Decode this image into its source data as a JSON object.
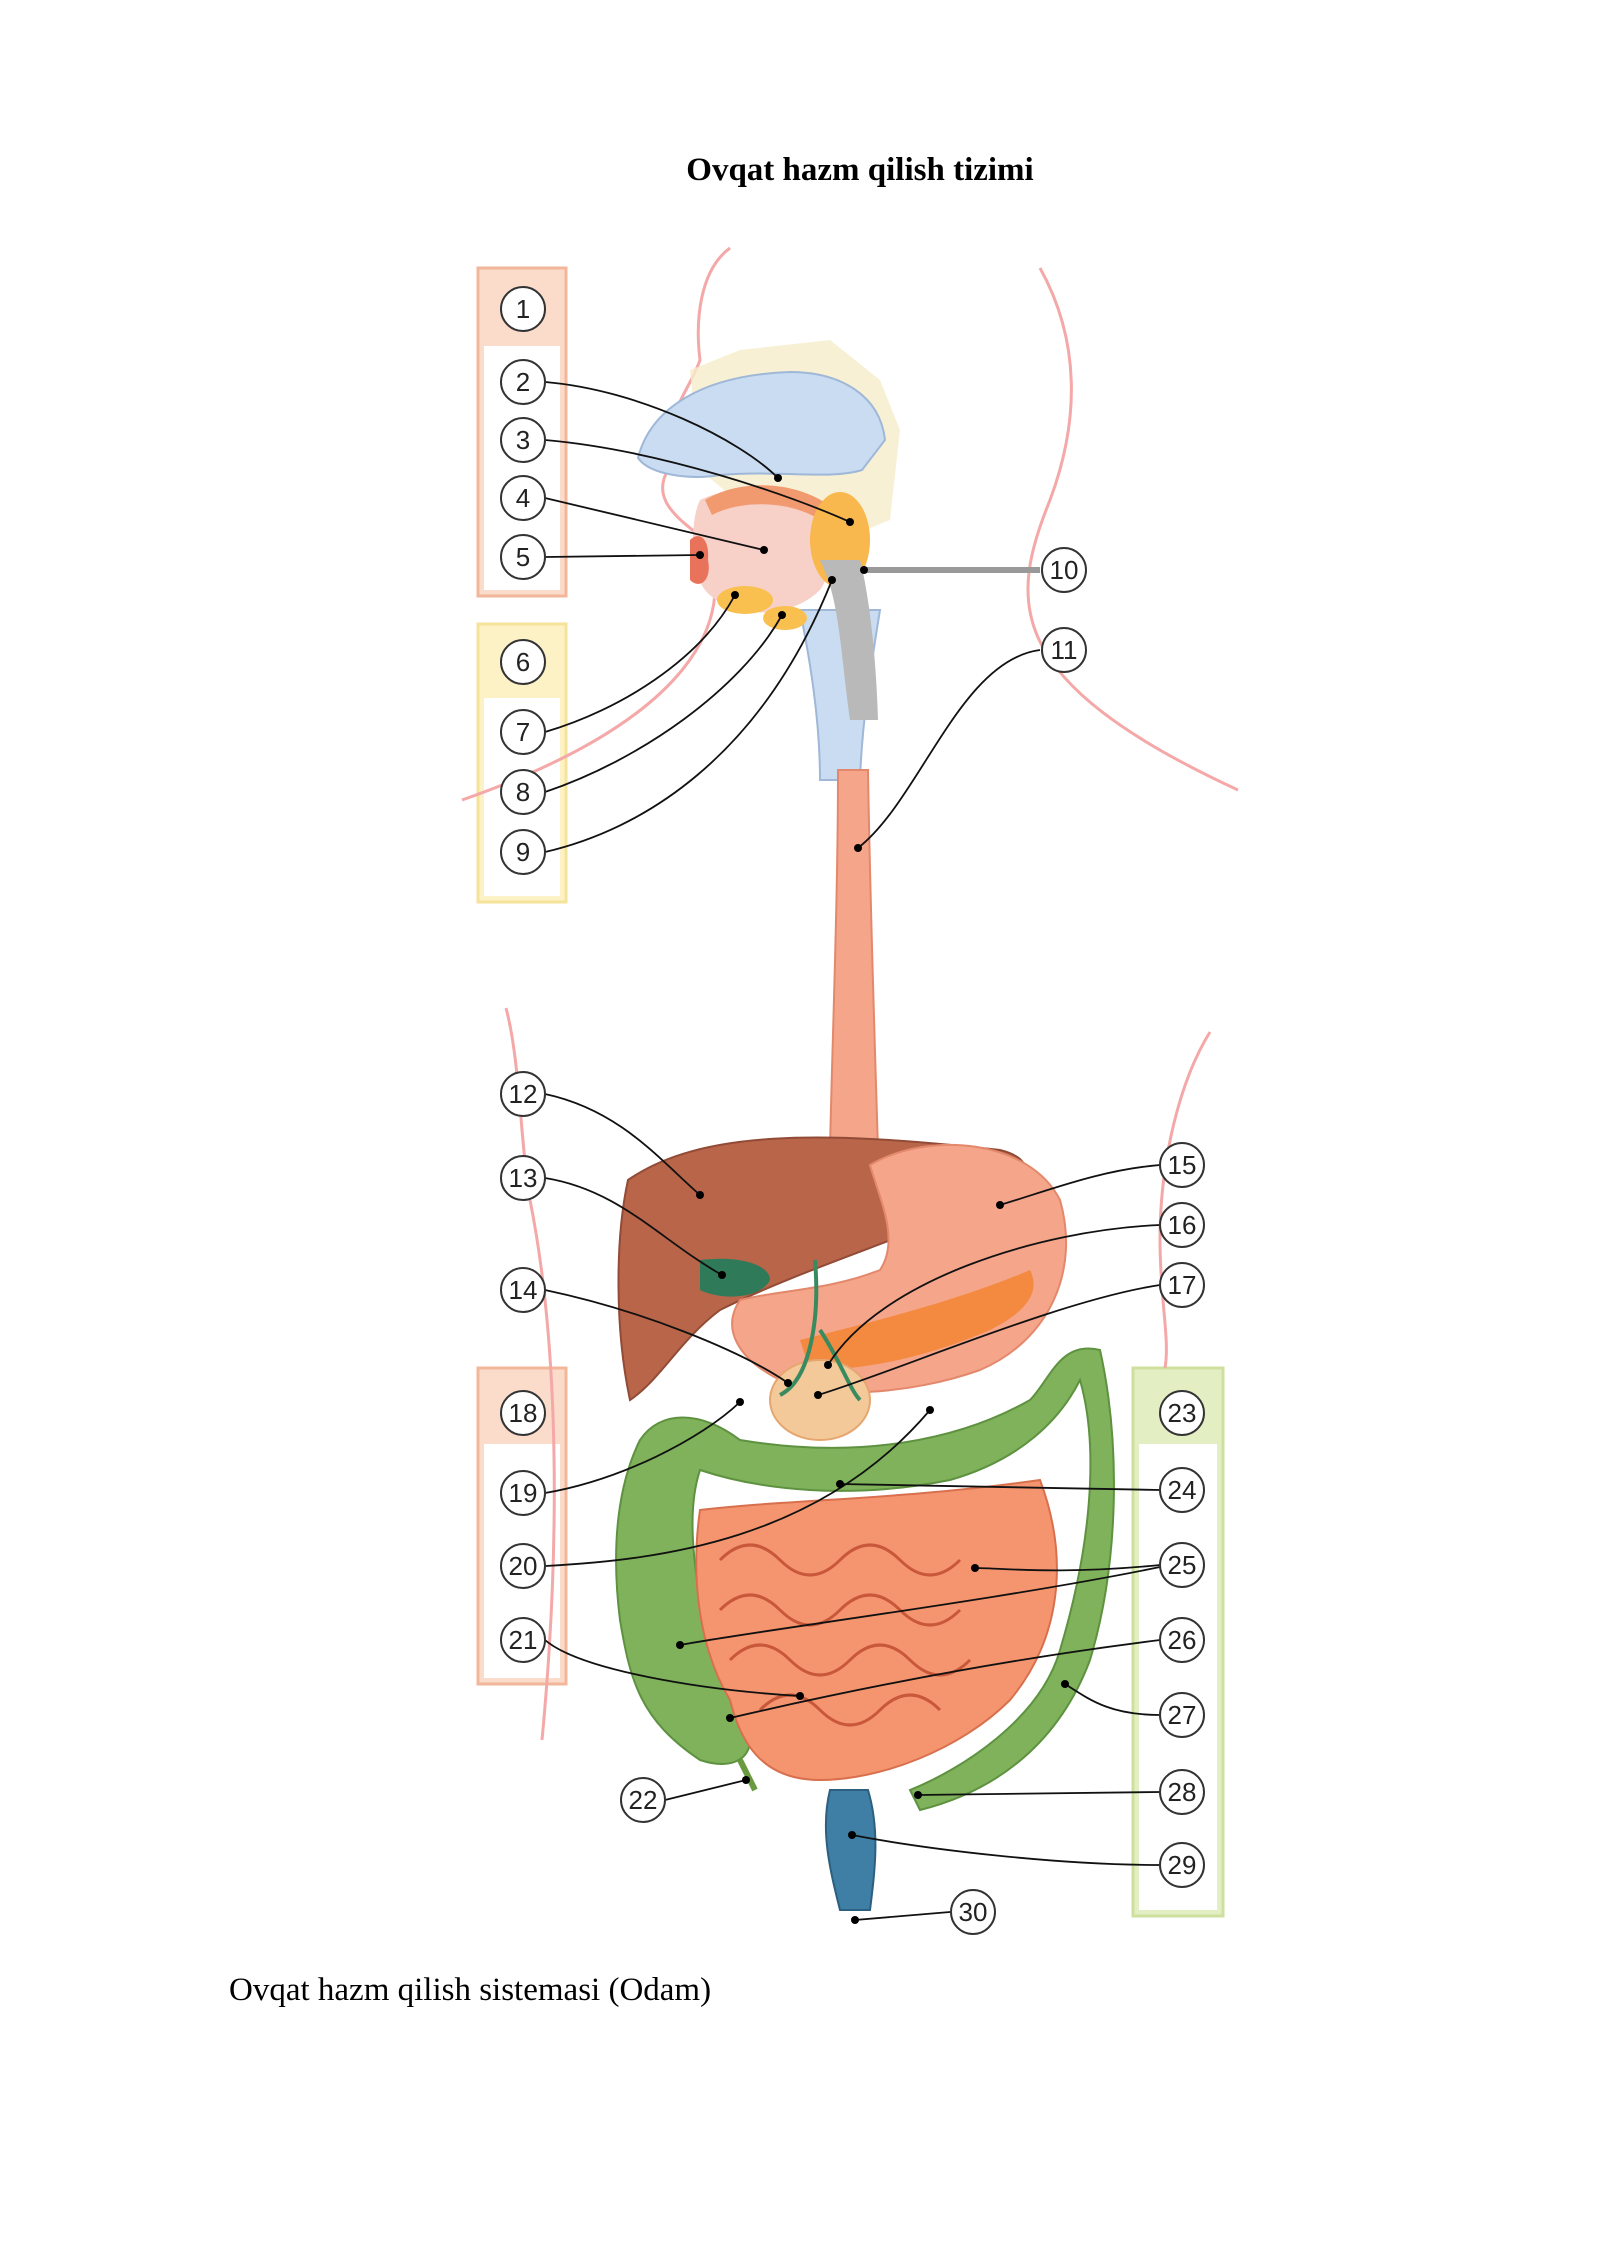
{
  "title": "Ovqat hazm qilish tizimi",
  "caption": "Ovqat hazm qilish sistemasi (Odam)",
  "labels": [
    "1",
    "2",
    "3",
    "4",
    "5",
    "6",
    "7",
    "8",
    "9",
    "10",
    "11",
    "12",
    "13",
    "14",
    "15",
    "16",
    "17",
    "18",
    "19",
    "20",
    "21",
    "22",
    "23",
    "24",
    "25",
    "26",
    "27",
    "28",
    "29",
    "30"
  ]
}
